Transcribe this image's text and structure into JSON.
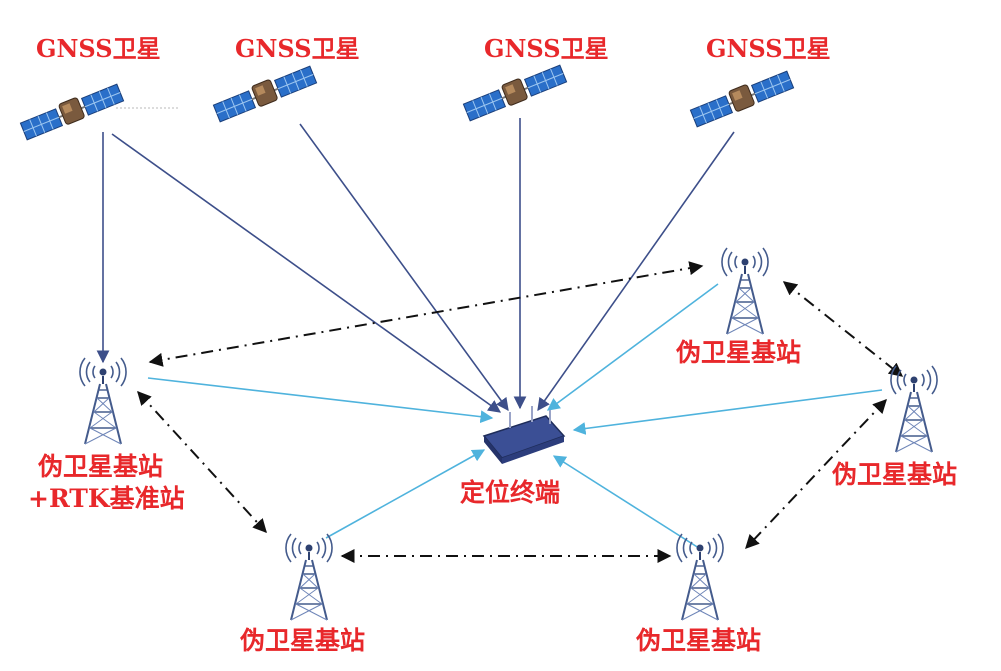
{
  "labels": {
    "gnss_satellite": "GNSS卫星",
    "pseudolite_station": "伪卫星基站",
    "rtk_reference": "+RTK基准站",
    "positioning_terminal": "定位终端"
  },
  "colors": {
    "label_red": "#e8282b",
    "gnss_signal": "#3d4f8a",
    "pseudolite_signal": "#4fb3dd",
    "sync_link": "#111111",
    "tower": "#445b8c",
    "satellite_panel": "#2a6fc9",
    "terminal": "#3b4f95"
  }
}
